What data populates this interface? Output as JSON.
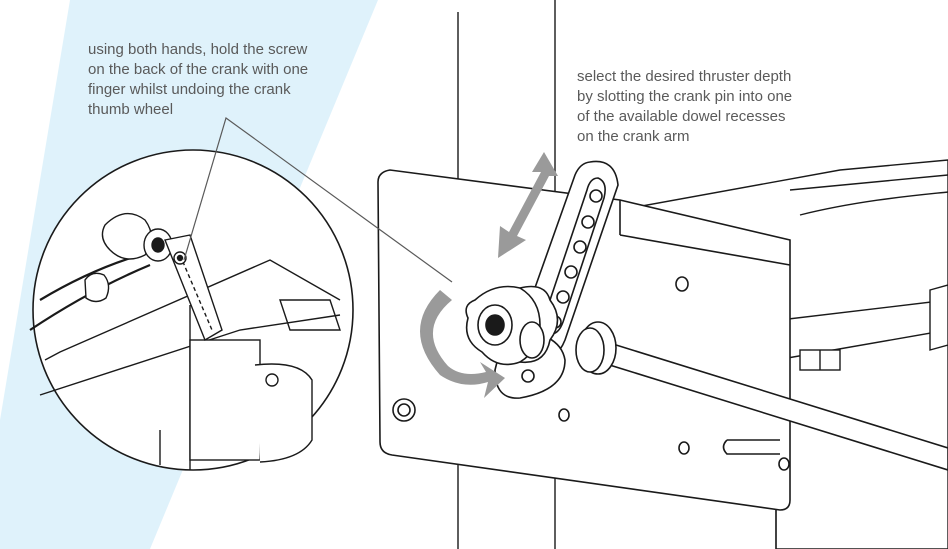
{
  "callouts": {
    "left": {
      "lines": [
        "using both hands, hold the screw",
        "on the back of the crank with one",
        "finger whilst undoing the crank",
        "thumb wheel"
      ]
    },
    "right": {
      "lines": [
        "select the desired thruster depth",
        "by slotting the crank pin into one",
        "of the available dowel recesses",
        "on the crank arm"
      ]
    }
  },
  "colors": {
    "highlight_band": "#dff2fb",
    "line_art": "#1a1a1a",
    "arrow": "#9a9a9a",
    "text": "#5a5a5a"
  }
}
